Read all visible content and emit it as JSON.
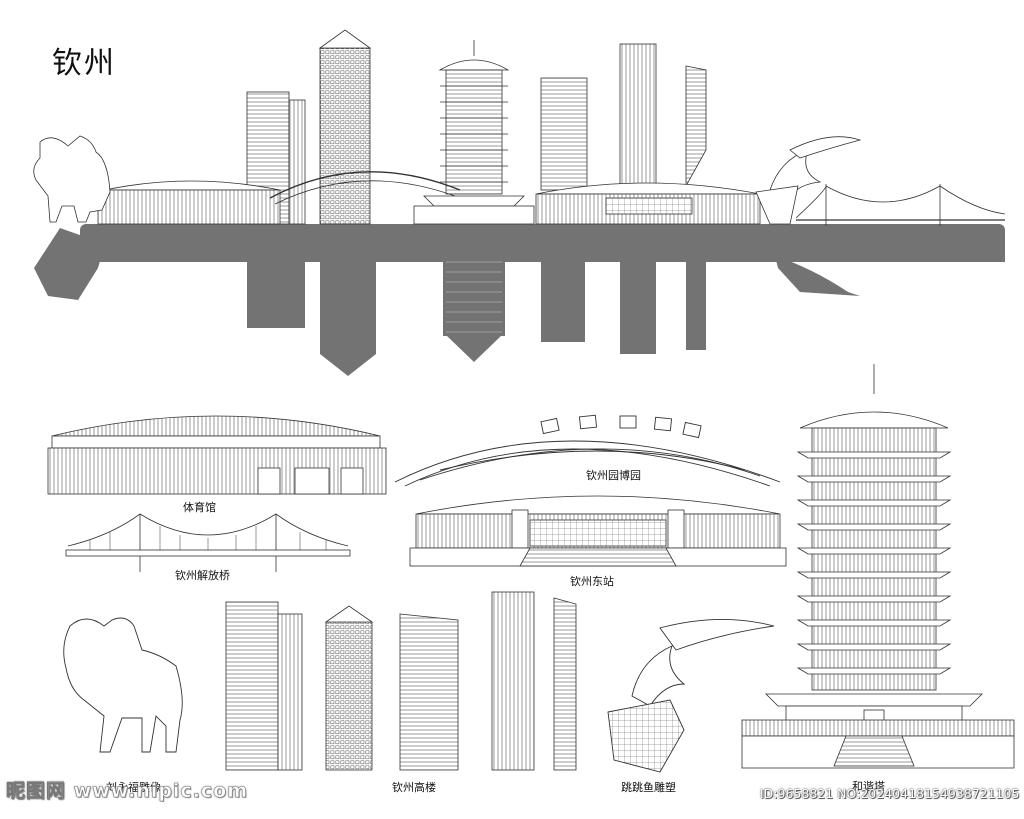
{
  "title": "钦州",
  "labels": {
    "gym": "体育馆",
    "bridge": "钦州解放桥",
    "expo_park": "钦州园博园",
    "east_station": "钦州东站",
    "statue": "刘永福雕像",
    "towers": "钦州高楼",
    "dolphin": "跳跳鱼雕塑",
    "pagoda": "和谐塔"
  },
  "watermark": {
    "site": "昵图网 www.nipic.com",
    "id": "ID:9658821 NO:20240418154938721105"
  },
  "colors": {
    "line": "#333333",
    "reflection": "#737373",
    "background": "#ffffff"
  }
}
